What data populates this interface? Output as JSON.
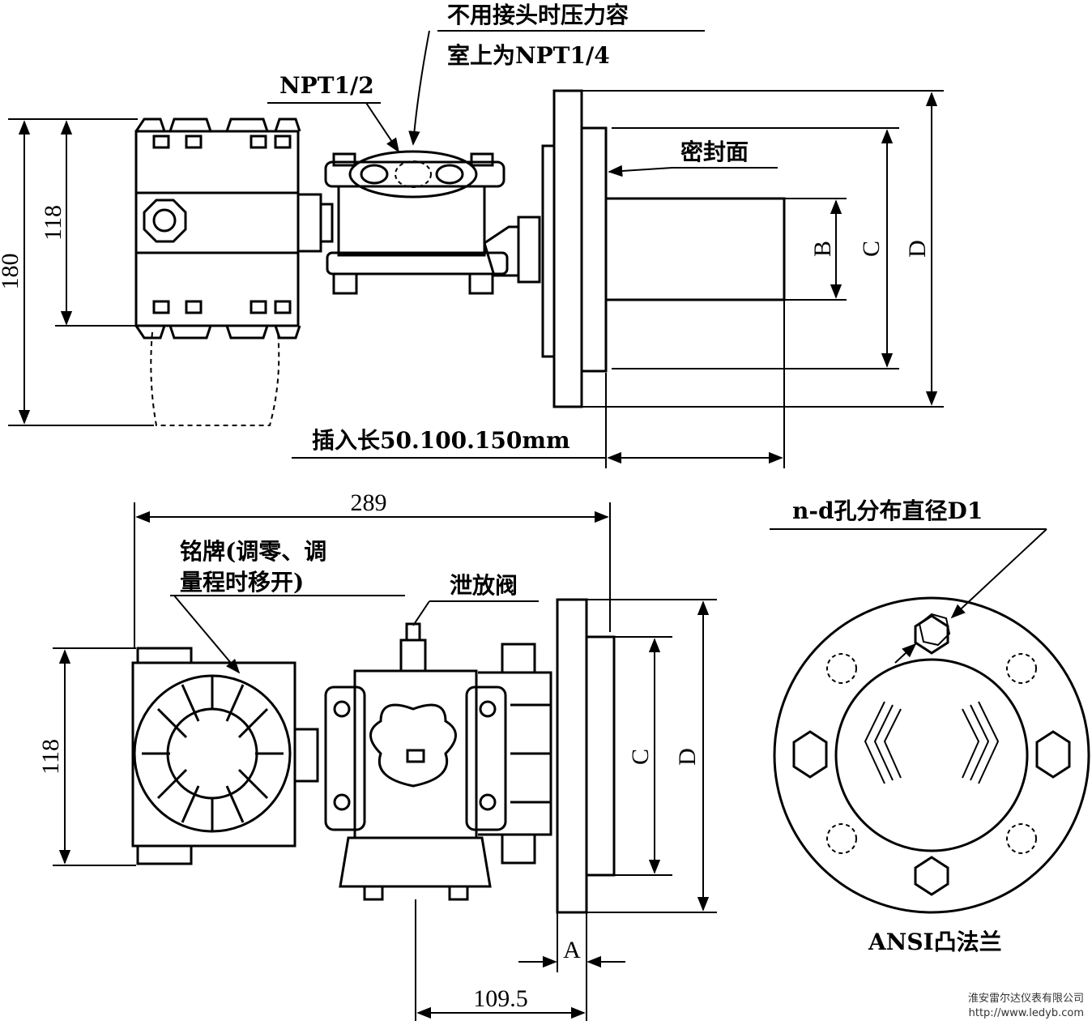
{
  "labels": {
    "no_connector_line1": "不用接头时压力容",
    "no_connector_line2": "室上为NPT1/4",
    "npt12": "NPT1/2",
    "sealing_face": "密封面",
    "insert_length": "插入长50.100.150mm",
    "nameplate_line1": "铭牌(调零、调",
    "nameplate_line2": "量程时移开)",
    "vent_valve": "泄放阀",
    "hole_distribution": "n-d孔分布直径D1",
    "ansi_flange": "ANSI凸法兰"
  },
  "dimensions": {
    "height_180": "180",
    "height_118_top": "118",
    "height_118_bottom": "118",
    "width_289": "289",
    "width_109_5": "109.5",
    "B": "B",
    "C_top": "C",
    "D_top": "D",
    "C_bottom": "C",
    "D_bottom": "D",
    "A": "A"
  },
  "watermark": {
    "company": "淮安雷尔达仪表有限公司",
    "url": "http://www.ledyb.com"
  }
}
